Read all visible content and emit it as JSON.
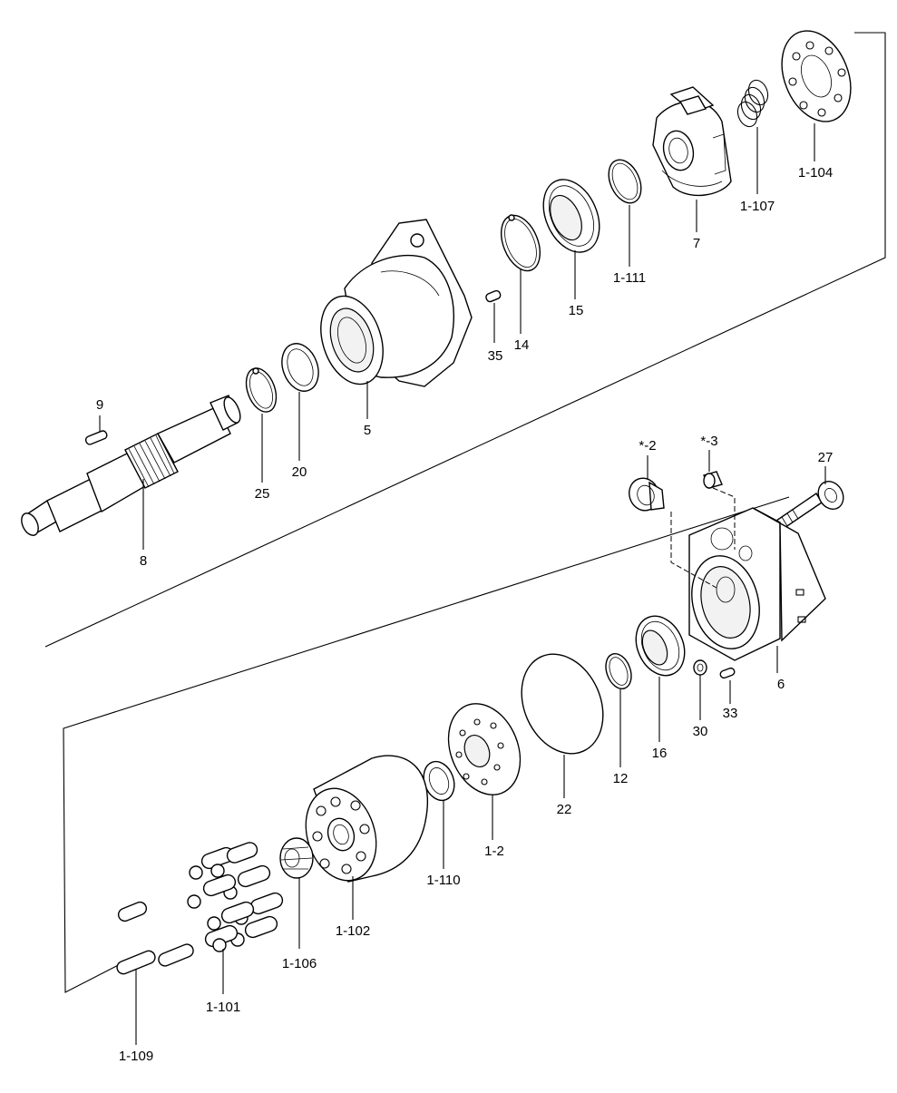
{
  "labels": {
    "p9": "9",
    "p8": "8",
    "p25": "25",
    "p20": "20",
    "p5": "5",
    "p35": "35",
    "p14": "14",
    "p15": "15",
    "p1_111": "1-111",
    "p7": "7",
    "p1_107": "1-107",
    "p1_104": "1-104",
    "p2": "*-2",
    "p3": "*-3",
    "p27": "27",
    "p6": "6",
    "p33": "33",
    "p30": "30",
    "p16": "16",
    "p12": "12",
    "p22": "22",
    "p1_2": "1-2",
    "p1_110": "1-110",
    "p1_102": "1-102",
    "p1_106": "1-106",
    "p1_101": "1-101",
    "p1_109": "1-109"
  }
}
